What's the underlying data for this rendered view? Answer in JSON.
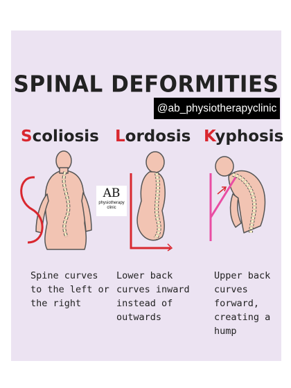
{
  "title": "SPINAL DEFORMITIES",
  "handle": "@ab_physiotherapyclinic",
  "logo": {
    "mark": "AB",
    "line1": "physiotherapy",
    "line2": "clinic"
  },
  "conditions": [
    {
      "first_letter": "S",
      "rest": "coliosis",
      "description": "Spine curves\nto the left or\nthe right"
    },
    {
      "first_letter": "L",
      "rest": "ordosis",
      "description": "Lower back\ncurves inward\ninstead of\noutwards"
    },
    {
      "first_letter": "K",
      "rest": "yphosis",
      "description": "Upper back\ncurves\nforward,\ncreating a\nhump"
    }
  ],
  "colors": {
    "panel": "#ece3f2",
    "accent_red": "#d9272f",
    "accent_pink": "#e94da3",
    "skin": "#f2c4b3",
    "skin_outline": "#555555",
    "spine": "#f5efc5"
  }
}
